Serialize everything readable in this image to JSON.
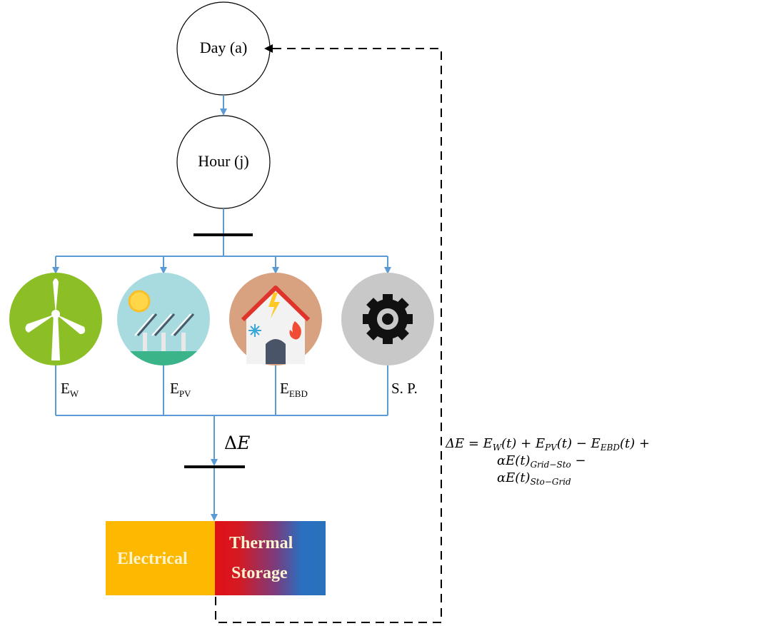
{
  "nodes": {
    "day": "Day (a)",
    "hour": "Hour (j)"
  },
  "sources": [
    {
      "name": "wind-turbine",
      "label_main": "E",
      "label_sub": "W",
      "icon": "wind-turbine-icon",
      "color": "#8cbf26"
    },
    {
      "name": "pv",
      "label_main": "E",
      "label_sub": "PV",
      "icon": "solar-panel-icon",
      "color": "#a8dbe0"
    },
    {
      "name": "ebd",
      "label_main": "E",
      "label_sub": "EBD",
      "icon": "house-energy-icon",
      "color": "#d8a17f"
    },
    {
      "name": "sp",
      "label_main": "S. P.",
      "label_sub": "",
      "icon": "gear-icon",
      "color": "#c8c8c8"
    }
  ],
  "delta": {
    "symbol": "Δ",
    "var": "E"
  },
  "storage": {
    "electrical": "Electrical",
    "thermal_line1": "Thermal",
    "thermal_line2": "Storage",
    "electrical_color": "#fdb900"
  },
  "equation": {
    "line1": "ΔE = E",
    "w_sub": "W",
    "line1_b": "(t) + E",
    "pv_sub": "PV",
    "line1_c": "(t) − E",
    "ebd_sub": "EBD",
    "line1_d": "(t) +",
    "line2": "αE(t)",
    "line2_sub": "Grid−Sto",
    "line2_tail": " −",
    "line3": "αE(t)",
    "line3_sub": "Sto−Grid"
  },
  "colors": {
    "connector": "#5b9bd5",
    "bus": "#000000",
    "feedback": "#000000"
  }
}
